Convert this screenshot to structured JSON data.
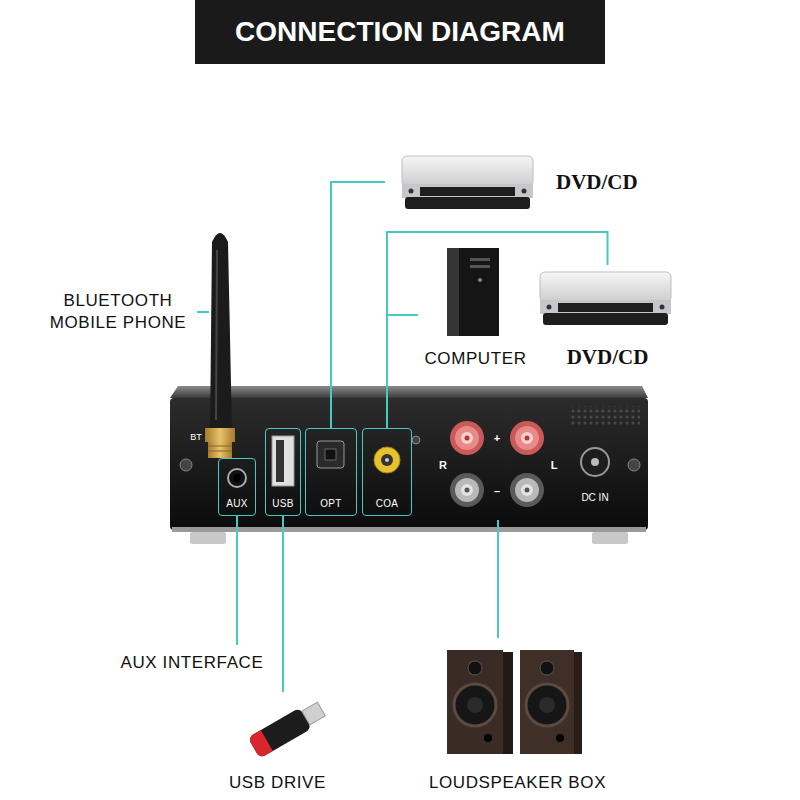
{
  "diagram": {
    "title": "CONNECTION DIAGRAM",
    "nodes": [
      {
        "text": [
          "DVD/CD"
        ]
      },
      {
        "text": [
          "COMPUTER"
        ]
      },
      {
        "text": [
          "DVD/CD"
        ]
      },
      {
        "text": [
          "AUX"
        ]
      },
      {
        "text": [
          "USB"
        ]
      },
      {
        "text": [
          "OPT"
        ]
      },
      {
        "text": [
          "COA"
        ]
      },
      {
        "text": [
          "+",
          "R",
          "L",
          "–"
        ]
      },
      {
        "text": [
          "AUX INTERFACE"
        ]
      },
      {
        "text": [
          "USB DRIVE"
        ]
      },
      {
        "text": [
          "LOUDSPEAKER BOX"
        ]
      }
    ],
    "edges": [
      {
        "from": 5,
        "to": 0,
        "arrow": "none"
      },
      {
        "from": 6,
        "to": 1,
        "arrow": "none"
      },
      {
        "from": 6,
        "to": 2,
        "arrow": "none"
      },
      {
        "from": 3,
        "to": 8,
        "arrow": "none"
      },
      {
        "from": 4,
        "to": 9,
        "arrow": "none"
      },
      {
        "from": 7,
        "to": 10,
        "arrow": "none"
      }
    ],
    "labels": [
      "BLUETOOTH MOBILE PHONE",
      "BT",
      "DC IN"
    ]
  }
}
